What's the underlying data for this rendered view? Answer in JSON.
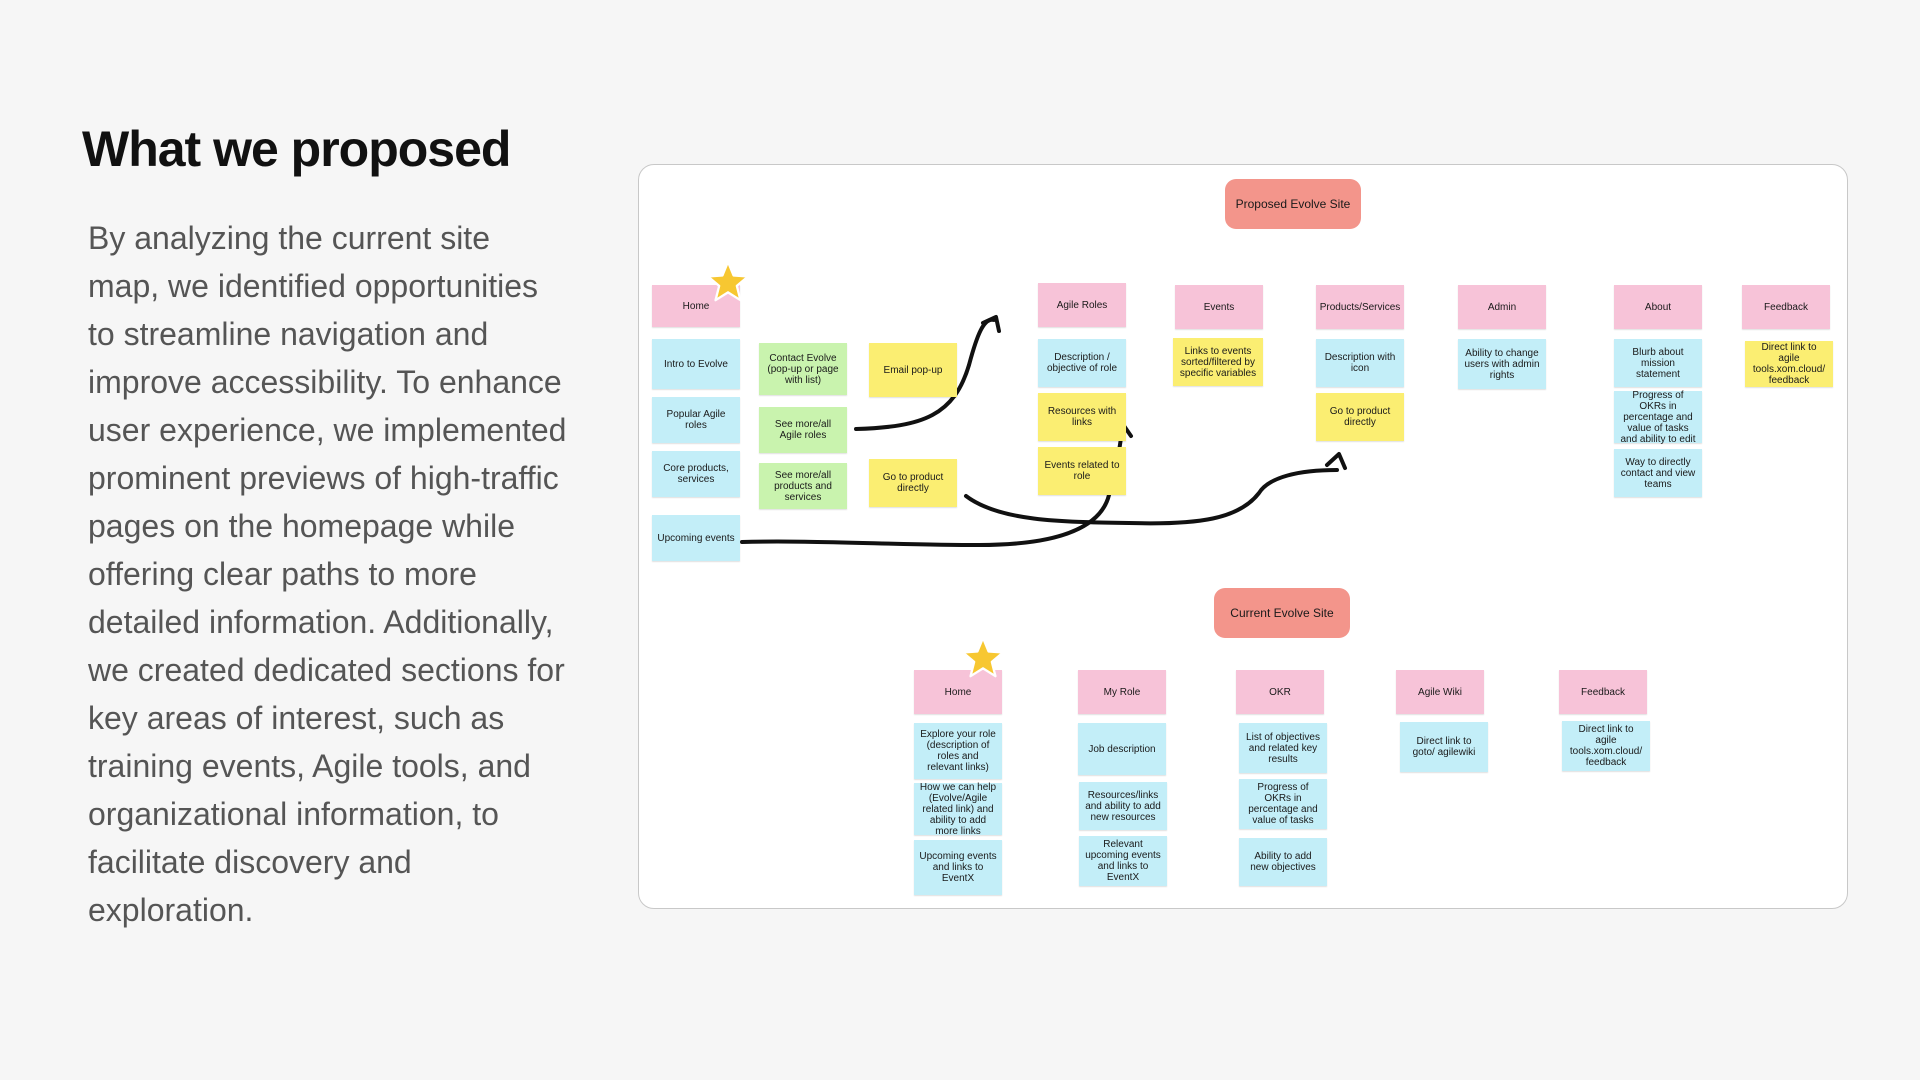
{
  "page": {
    "title": "What we proposed",
    "body": "By analyzing the current site map, we identified opportunities to streamline navigation and improve accessibility. To enhance user experience, we implemented prominent previews of high-traffic pages on the homepage while offering clear paths to more detailed information. Additionally, we created dedicated sections for key areas of interest, such as training events, Agile tools, and organizational information, to facilitate discovery and exploration."
  },
  "colors": {
    "pink": "#f7c3d8",
    "cyan": "#c3eef8",
    "green": "#c9f3ae",
    "yellow": "#fbee72",
    "coral": "#f3958b",
    "star": "#f7c731"
  },
  "diagram": {
    "proposed": {
      "title": "Proposed Evolve Site",
      "home": {
        "header": "Home",
        "items": [
          "Intro to Evolve",
          "Popular Agile roles",
          "Core products, services",
          "Upcoming events"
        ],
        "contact": "Contact Evolve (pop-up or page with list)",
        "see_more_roles": "See more/all Agile roles",
        "see_more_products": "See more/all products and services",
        "email_popup": "Email pop-up",
        "go_to_product": "Go to product directly"
      },
      "agile_roles": {
        "header": "Agile Roles",
        "items": [
          "Description / objective of role",
          "Resources with links",
          "Events related to role"
        ]
      },
      "events": {
        "header": "Events",
        "items": [
          "Links to events sorted/filtered by specific variables"
        ]
      },
      "products": {
        "header": "Products/Services",
        "items": [
          "Description with icon",
          "Go to product directly"
        ]
      },
      "admin": {
        "header": "Admin",
        "items": [
          "Ability to change users with admin rights"
        ]
      },
      "about": {
        "header": "About",
        "items": [
          "Blurb about mission statement",
          "Progress of OKRs in percentage and value of tasks and ability to edit",
          "Way to directly contact and view teams"
        ]
      },
      "feedback": {
        "header": "Feedback",
        "items": [
          "Direct link to agile tools.xom.cloud/ feedback"
        ]
      }
    },
    "current": {
      "title": "Current Evolve Site",
      "home": {
        "header": "Home",
        "items": [
          "Explore your role (description of roles and relevant links)",
          "How we can help (Evolve/Agile related link) and ability to add more links",
          "Upcoming events and links to EventX"
        ]
      },
      "my_role": {
        "header": "My Role",
        "items": [
          "Job description",
          "Resources/links and ability to add new resources",
          "Relevant upcoming events and links to EventX"
        ]
      },
      "okr": {
        "header": "OKR",
        "items": [
          "List of objectives and related key results",
          "Progress of OKRs in percentage and value of tasks",
          "Ability to add new objectives"
        ]
      },
      "agile_wiki": {
        "header": "Agile Wiki",
        "items": [
          "Direct link to goto/ agilewiki"
        ]
      },
      "feedback": {
        "header": "Feedback",
        "items": [
          "Direct link to agile tools.xom.cloud/ feedback"
        ]
      }
    }
  }
}
